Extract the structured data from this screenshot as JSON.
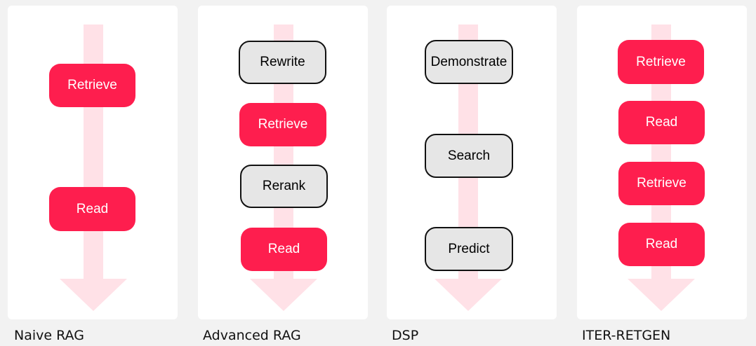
{
  "colors": {
    "retrieval_node": "#fe1e4e",
    "other_node": "#e6e6e6",
    "flow_arrow": "#ffe1e7"
  },
  "panels": [
    {
      "caption": "Naive RAG",
      "steps": [
        {
          "label": "Retrieve",
          "style": "red"
        },
        {
          "label": "Read",
          "style": "red"
        }
      ]
    },
    {
      "caption": "Advanced RAG",
      "steps": [
        {
          "label": "Rewrite",
          "style": "gray"
        },
        {
          "label": "Retrieve",
          "style": "red"
        },
        {
          "label": "Rerank",
          "style": "gray"
        },
        {
          "label": "Read",
          "style": "red"
        }
      ]
    },
    {
      "caption": "DSP",
      "steps": [
        {
          "label": "Demonstrate",
          "style": "gray"
        },
        {
          "label": "Search",
          "style": "gray"
        },
        {
          "label": "Predict",
          "style": "gray"
        }
      ]
    },
    {
      "caption": "ITER-RETGEN",
      "steps": [
        {
          "label": "Retrieve",
          "style": "red"
        },
        {
          "label": "Read",
          "style": "red"
        },
        {
          "label": "Retrieve",
          "style": "red"
        },
        {
          "label": "Read",
          "style": "red"
        }
      ]
    }
  ]
}
